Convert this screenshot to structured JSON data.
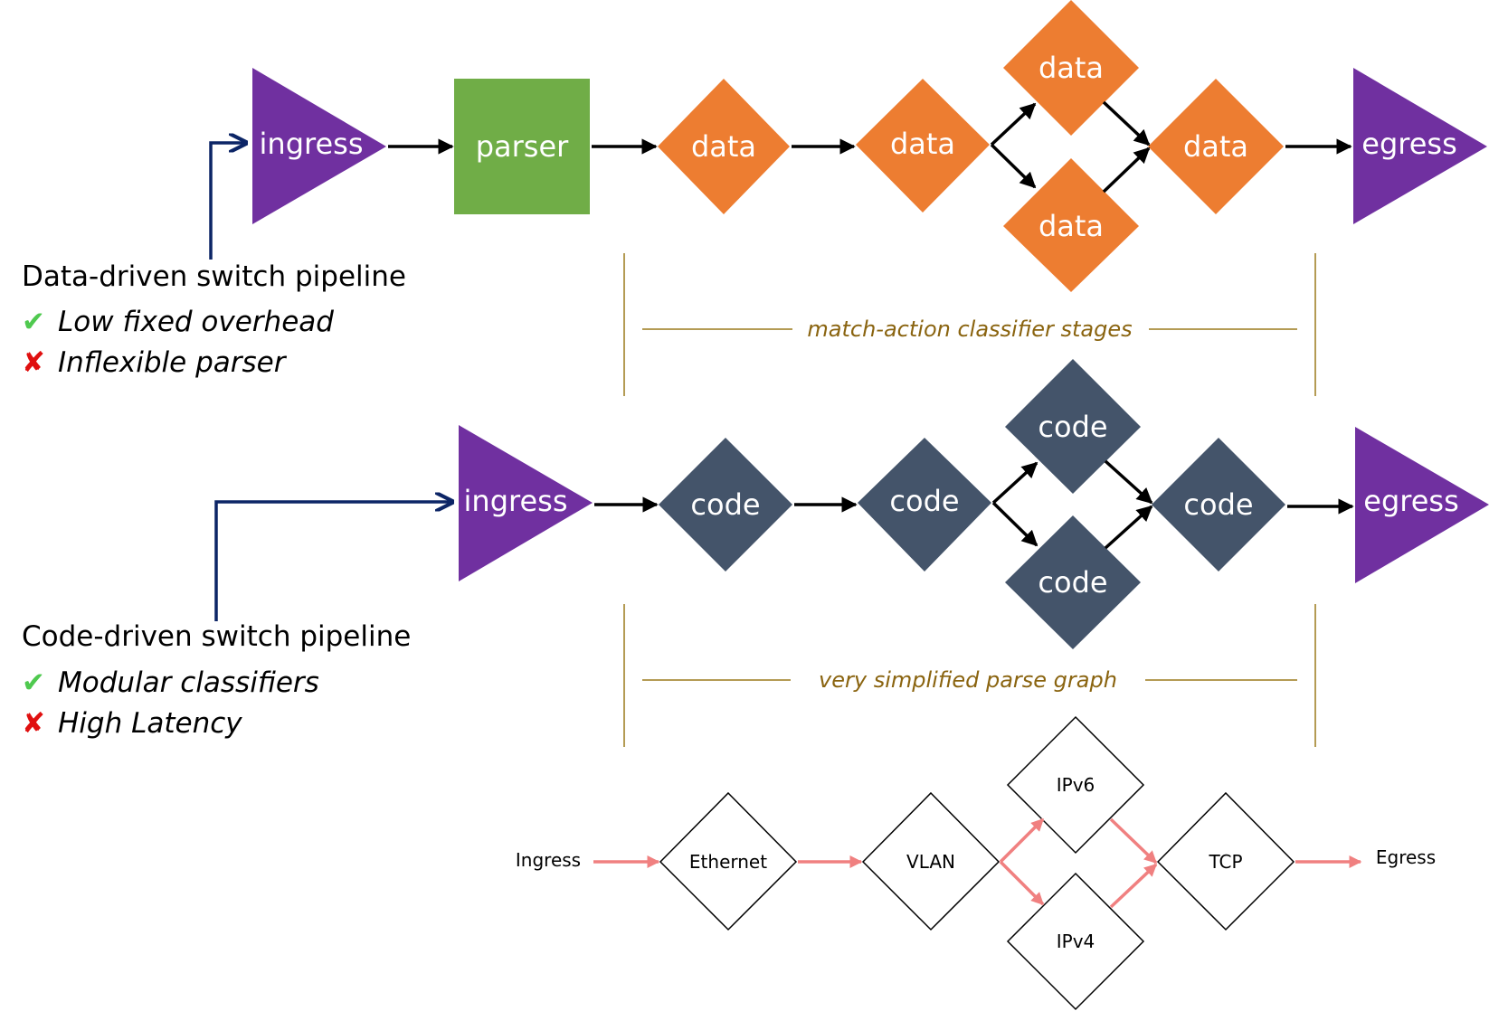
{
  "colors": {
    "purple": "#7030a0",
    "green": "#70ad47",
    "orange": "#ed7d31",
    "slate": "#44546a",
    "arrow": "#000000",
    "navy": "#0c2566",
    "gold": "#9c7a1b",
    "pink": "#f08080",
    "check": "#4fc94f",
    "cross": "#e01010"
  },
  "data_driven": {
    "title": "Data-driven switch pipeline",
    "pros": [
      "Low fixed overhead"
    ],
    "cons": [
      "Inflexible parser"
    ],
    "nodes": [
      "ingress",
      "parser",
      "data",
      "data",
      "data",
      "data",
      "data",
      "egress"
    ]
  },
  "match_action_caption": "match-action classifier stages",
  "code_driven": {
    "title": "Code-driven switch pipeline",
    "pros": [
      "Modular classifiers"
    ],
    "cons": [
      "High Latency"
    ],
    "nodes": [
      "ingress",
      "code",
      "code",
      "code",
      "code",
      "code",
      "egress"
    ]
  },
  "parse_graph_caption": "very simplified parse graph",
  "parse_graph": {
    "ingress": "Ingress",
    "egress": "Egress",
    "nodes": [
      "Ethernet",
      "VLAN",
      "IPv6",
      "IPv4",
      "TCP"
    ]
  },
  "icons": {
    "check": "check-icon",
    "cross": "cross-icon"
  }
}
